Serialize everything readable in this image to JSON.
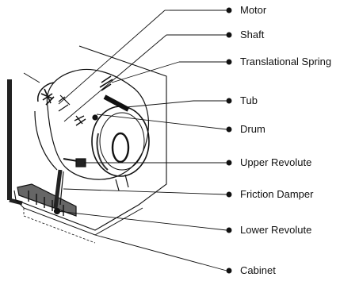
{
  "diagram": {
    "labels": [
      {
        "id": "motor",
        "text": "Motor"
      },
      {
        "id": "shaft",
        "text": "Shaft"
      },
      {
        "id": "translational-spring",
        "text": "Translational Spring"
      },
      {
        "id": "tub",
        "text": "Tub"
      },
      {
        "id": "drum",
        "text": "Drum"
      },
      {
        "id": "upper-revolute",
        "text": "Upper Revolute"
      },
      {
        "id": "friction-damper",
        "text": "Friction Damper"
      },
      {
        "id": "lower-revolute",
        "text": "Lower Revolute"
      },
      {
        "id": "cabinet",
        "text": "Cabinet"
      }
    ],
    "colors": {
      "ink": "#111111",
      "background": "#ffffff",
      "shade": "#555555"
    }
  }
}
